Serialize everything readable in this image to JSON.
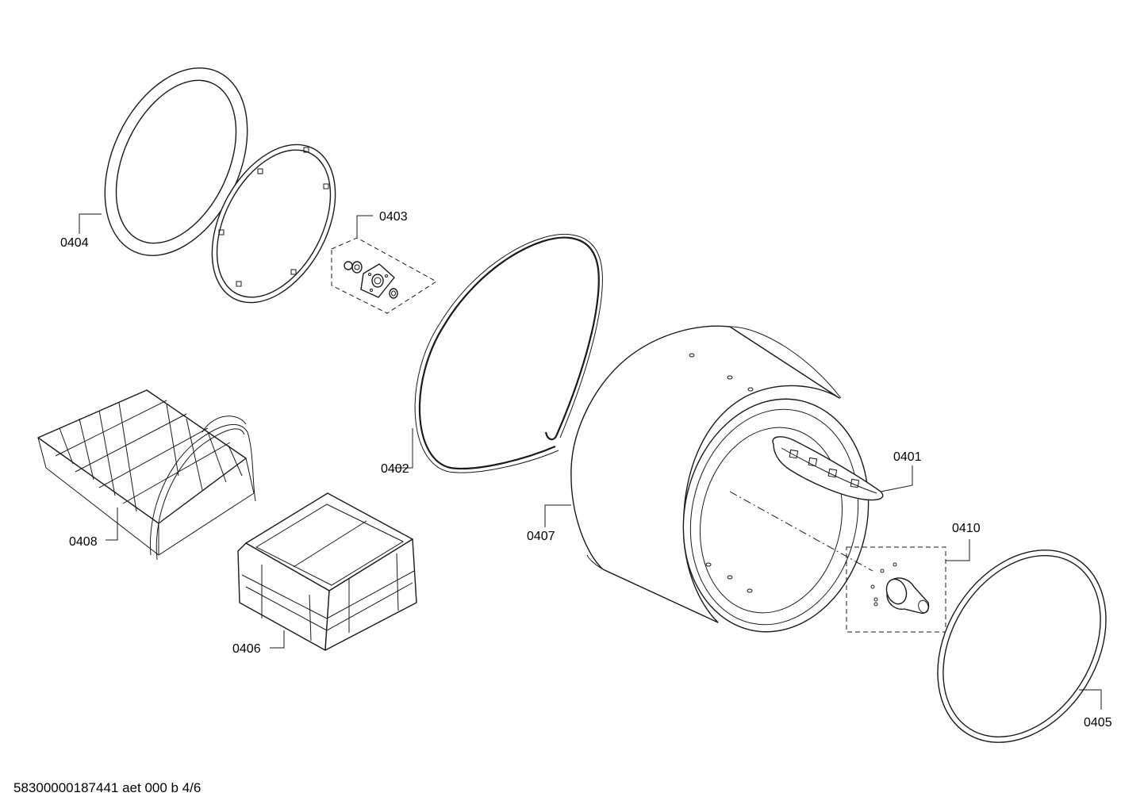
{
  "diagram": {
    "line_color": "#1a1a1a",
    "background": "#ffffff",
    "callouts": {
      "p0401": "0401",
      "p0402": "0402",
      "p0403": "0403",
      "p0404": "0404",
      "p0405": "0405",
      "p0406": "0406",
      "p0407": "0407",
      "p0408": "0408",
      "p0410": "0410"
    },
    "footer": "58300000187441 aet 000 b 4/6"
  }
}
